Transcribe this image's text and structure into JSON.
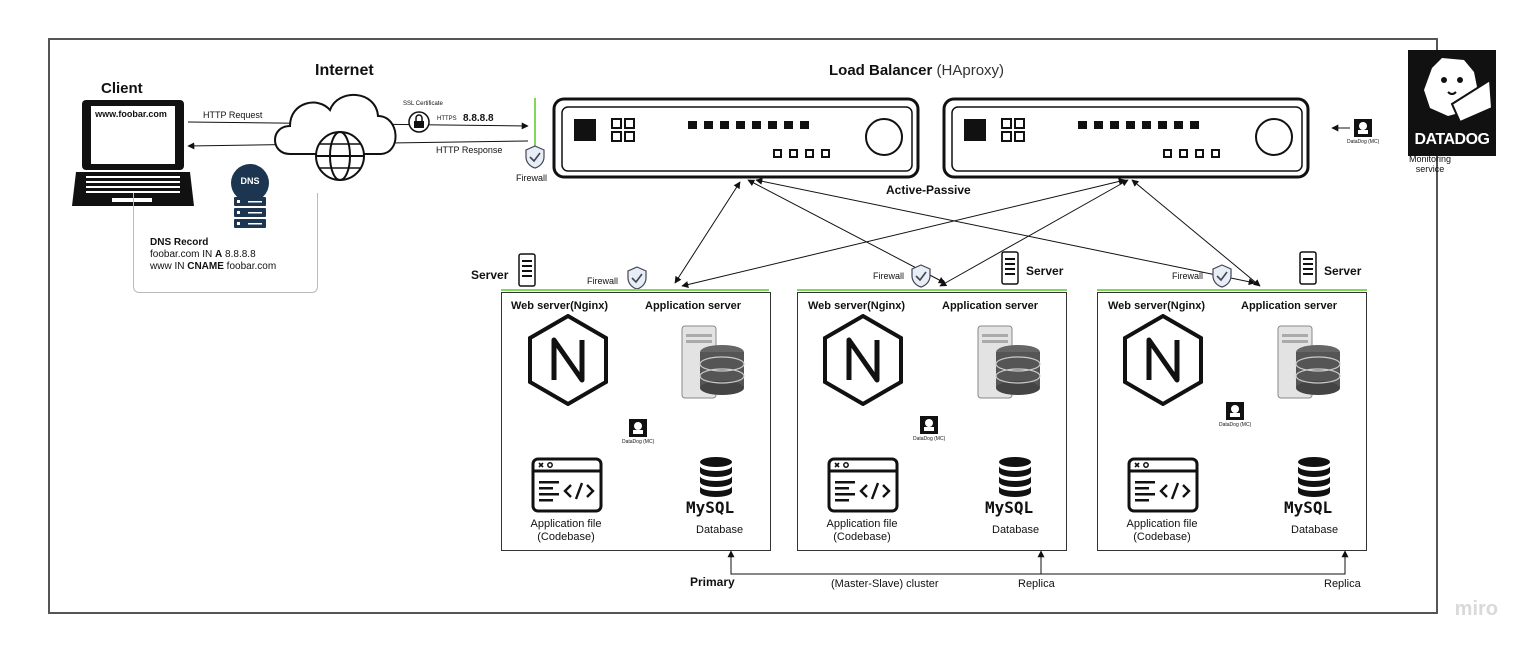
{
  "client": {
    "title": "Client",
    "url": "www.foobar.com"
  },
  "internet": {
    "title": "Internet"
  },
  "connection": {
    "request": "HTTP Request",
    "response": "HTTP Response",
    "ssl": "SSL Certificate",
    "https": "HTTPS",
    "ip": "8.8.8.8"
  },
  "dns": {
    "badge": "DNS",
    "title": "DNS Record",
    "line1_prefix": "foobar.com IN ",
    "line1_type": "A",
    "line1_suffix": " 8.8.8.8",
    "line2_prefix": "www IN ",
    "line2_type": "CNAME",
    "line2_suffix": " foobar.com"
  },
  "load_balancer": {
    "title": "Load Balancer",
    "subtitle": " (HAproxy)",
    "mode": "Active-Passive"
  },
  "firewall_label": "Firewall",
  "server_label": "Server",
  "servers": [
    {
      "web": "Web server(Nginx)",
      "app": "Application server",
      "file": "Application file",
      "file_sub": "(Codebase)",
      "db": "Database",
      "mysql": "MySQL",
      "role": "Primary"
    },
    {
      "web": "Web server(Nginx)",
      "app": "Application server",
      "file": "Application file",
      "file_sub": "(Codebase)",
      "db": "Database",
      "mysql": "MySQL",
      "role": "Replica"
    },
    {
      "web": "Web server(Nginx)",
      "app": "Application server",
      "file": "Application file",
      "file_sub": "(Codebase)",
      "db": "Database",
      "mysql": "MySQL",
      "role": "Replica"
    }
  ],
  "cluster": "(Master-Slave) cluster",
  "datadog_small": "DataDog (MC)",
  "datadog": {
    "logo": "DATADOG",
    "caption": "Monitoring service"
  },
  "watermark": "miro"
}
